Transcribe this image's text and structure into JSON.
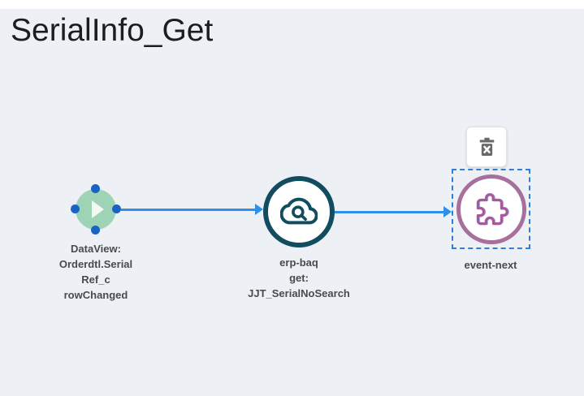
{
  "header": {
    "title": "SerialInfo_Get"
  },
  "canvas": {
    "nodes": [
      {
        "id": "dataview-trigger",
        "type": "trigger",
        "icon": "play-icon",
        "label_lines": [
          "DataView:",
          "Orderdtl.Serial",
          "Ref_c",
          "rowChanged"
        ]
      },
      {
        "id": "erp-baq",
        "type": "rest-service",
        "icon": "cloud-search-icon",
        "label_lines": [
          "erp-baq",
          "get:",
          "JJT_SerialNoSearch"
        ]
      },
      {
        "id": "event-next",
        "type": "widget",
        "icon": "puzzle-icon",
        "selected": true,
        "label_lines": [
          "event-next"
        ]
      }
    ],
    "connections": [
      {
        "from": "dataview-trigger",
        "to": "erp-baq"
      },
      {
        "from": "erp-baq",
        "to": "event-next"
      }
    ],
    "selection_toolbar": {
      "delete_icon": "trash-icon"
    }
  },
  "colors": {
    "background": "#edf1f6",
    "trigger_fill": "#9fd3b5",
    "service_stroke": "#114d5e",
    "widget_stroke": "#a76f9b",
    "connector": "#2d8fe8",
    "port": "#1a63c4",
    "label_text": "#4a4a4a",
    "selection_dash": "#2e7ee0",
    "trash_icon": "#6a6a6a"
  }
}
